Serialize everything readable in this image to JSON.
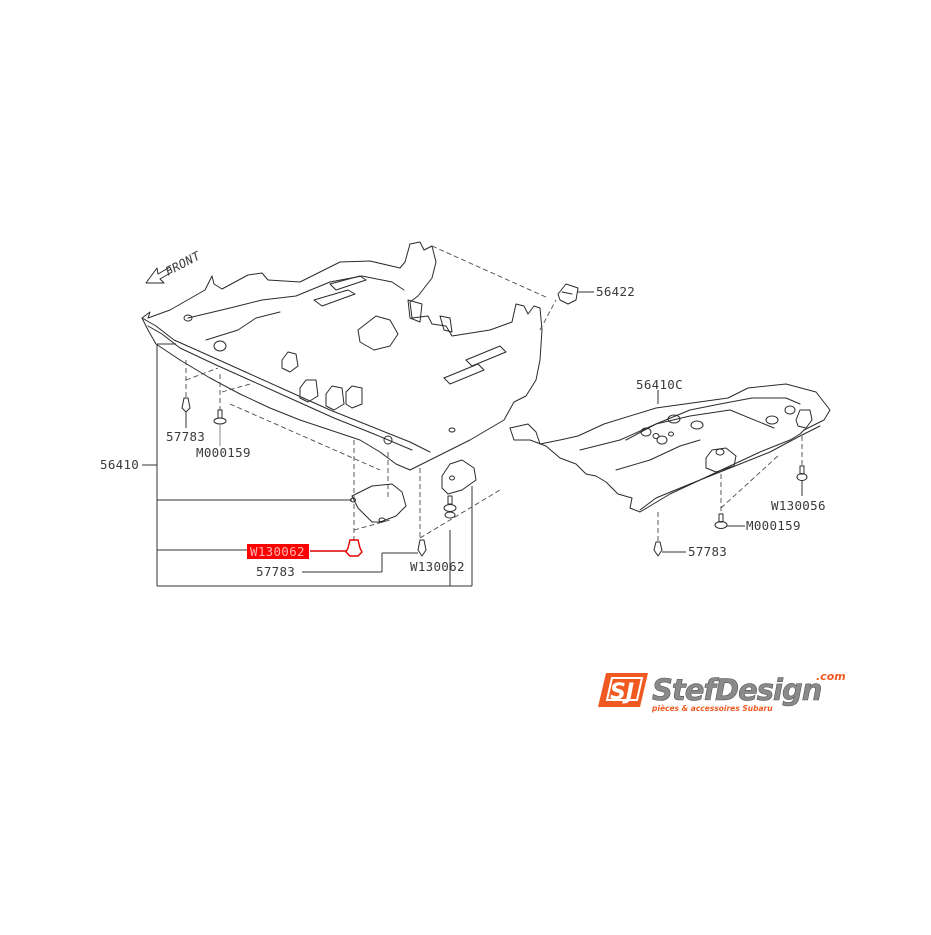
{
  "diagram": {
    "type": "exploded-parts-diagram",
    "subject": "Under cover / skid plate assembly",
    "orientation_label": "FRONT",
    "highlight_color": "#ff0000",
    "line_color": "#2b2b2b",
    "callouts": [
      {
        "id": "c1",
        "text": "56422"
      },
      {
        "id": "c2",
        "text": "56410C"
      },
      {
        "id": "c3",
        "text": "57783"
      },
      {
        "id": "c4",
        "text": "M000159"
      },
      {
        "id": "c5",
        "text": "56410"
      },
      {
        "id": "c6",
        "text": "W130062",
        "highlighted": true
      },
      {
        "id": "c7",
        "text": "57783"
      },
      {
        "id": "c8",
        "text": "W130062"
      },
      {
        "id": "c9",
        "text": "W130056"
      },
      {
        "id": "c10",
        "text": "M000159"
      },
      {
        "id": "c11",
        "text": "57783"
      }
    ]
  },
  "logo": {
    "mark": "SJ",
    "name": "StefDesign",
    "tld": ".com",
    "tagline": "pièces & accessoires Subaru",
    "accent_color": "#f05a22",
    "text_color": "#7a7a7a"
  }
}
